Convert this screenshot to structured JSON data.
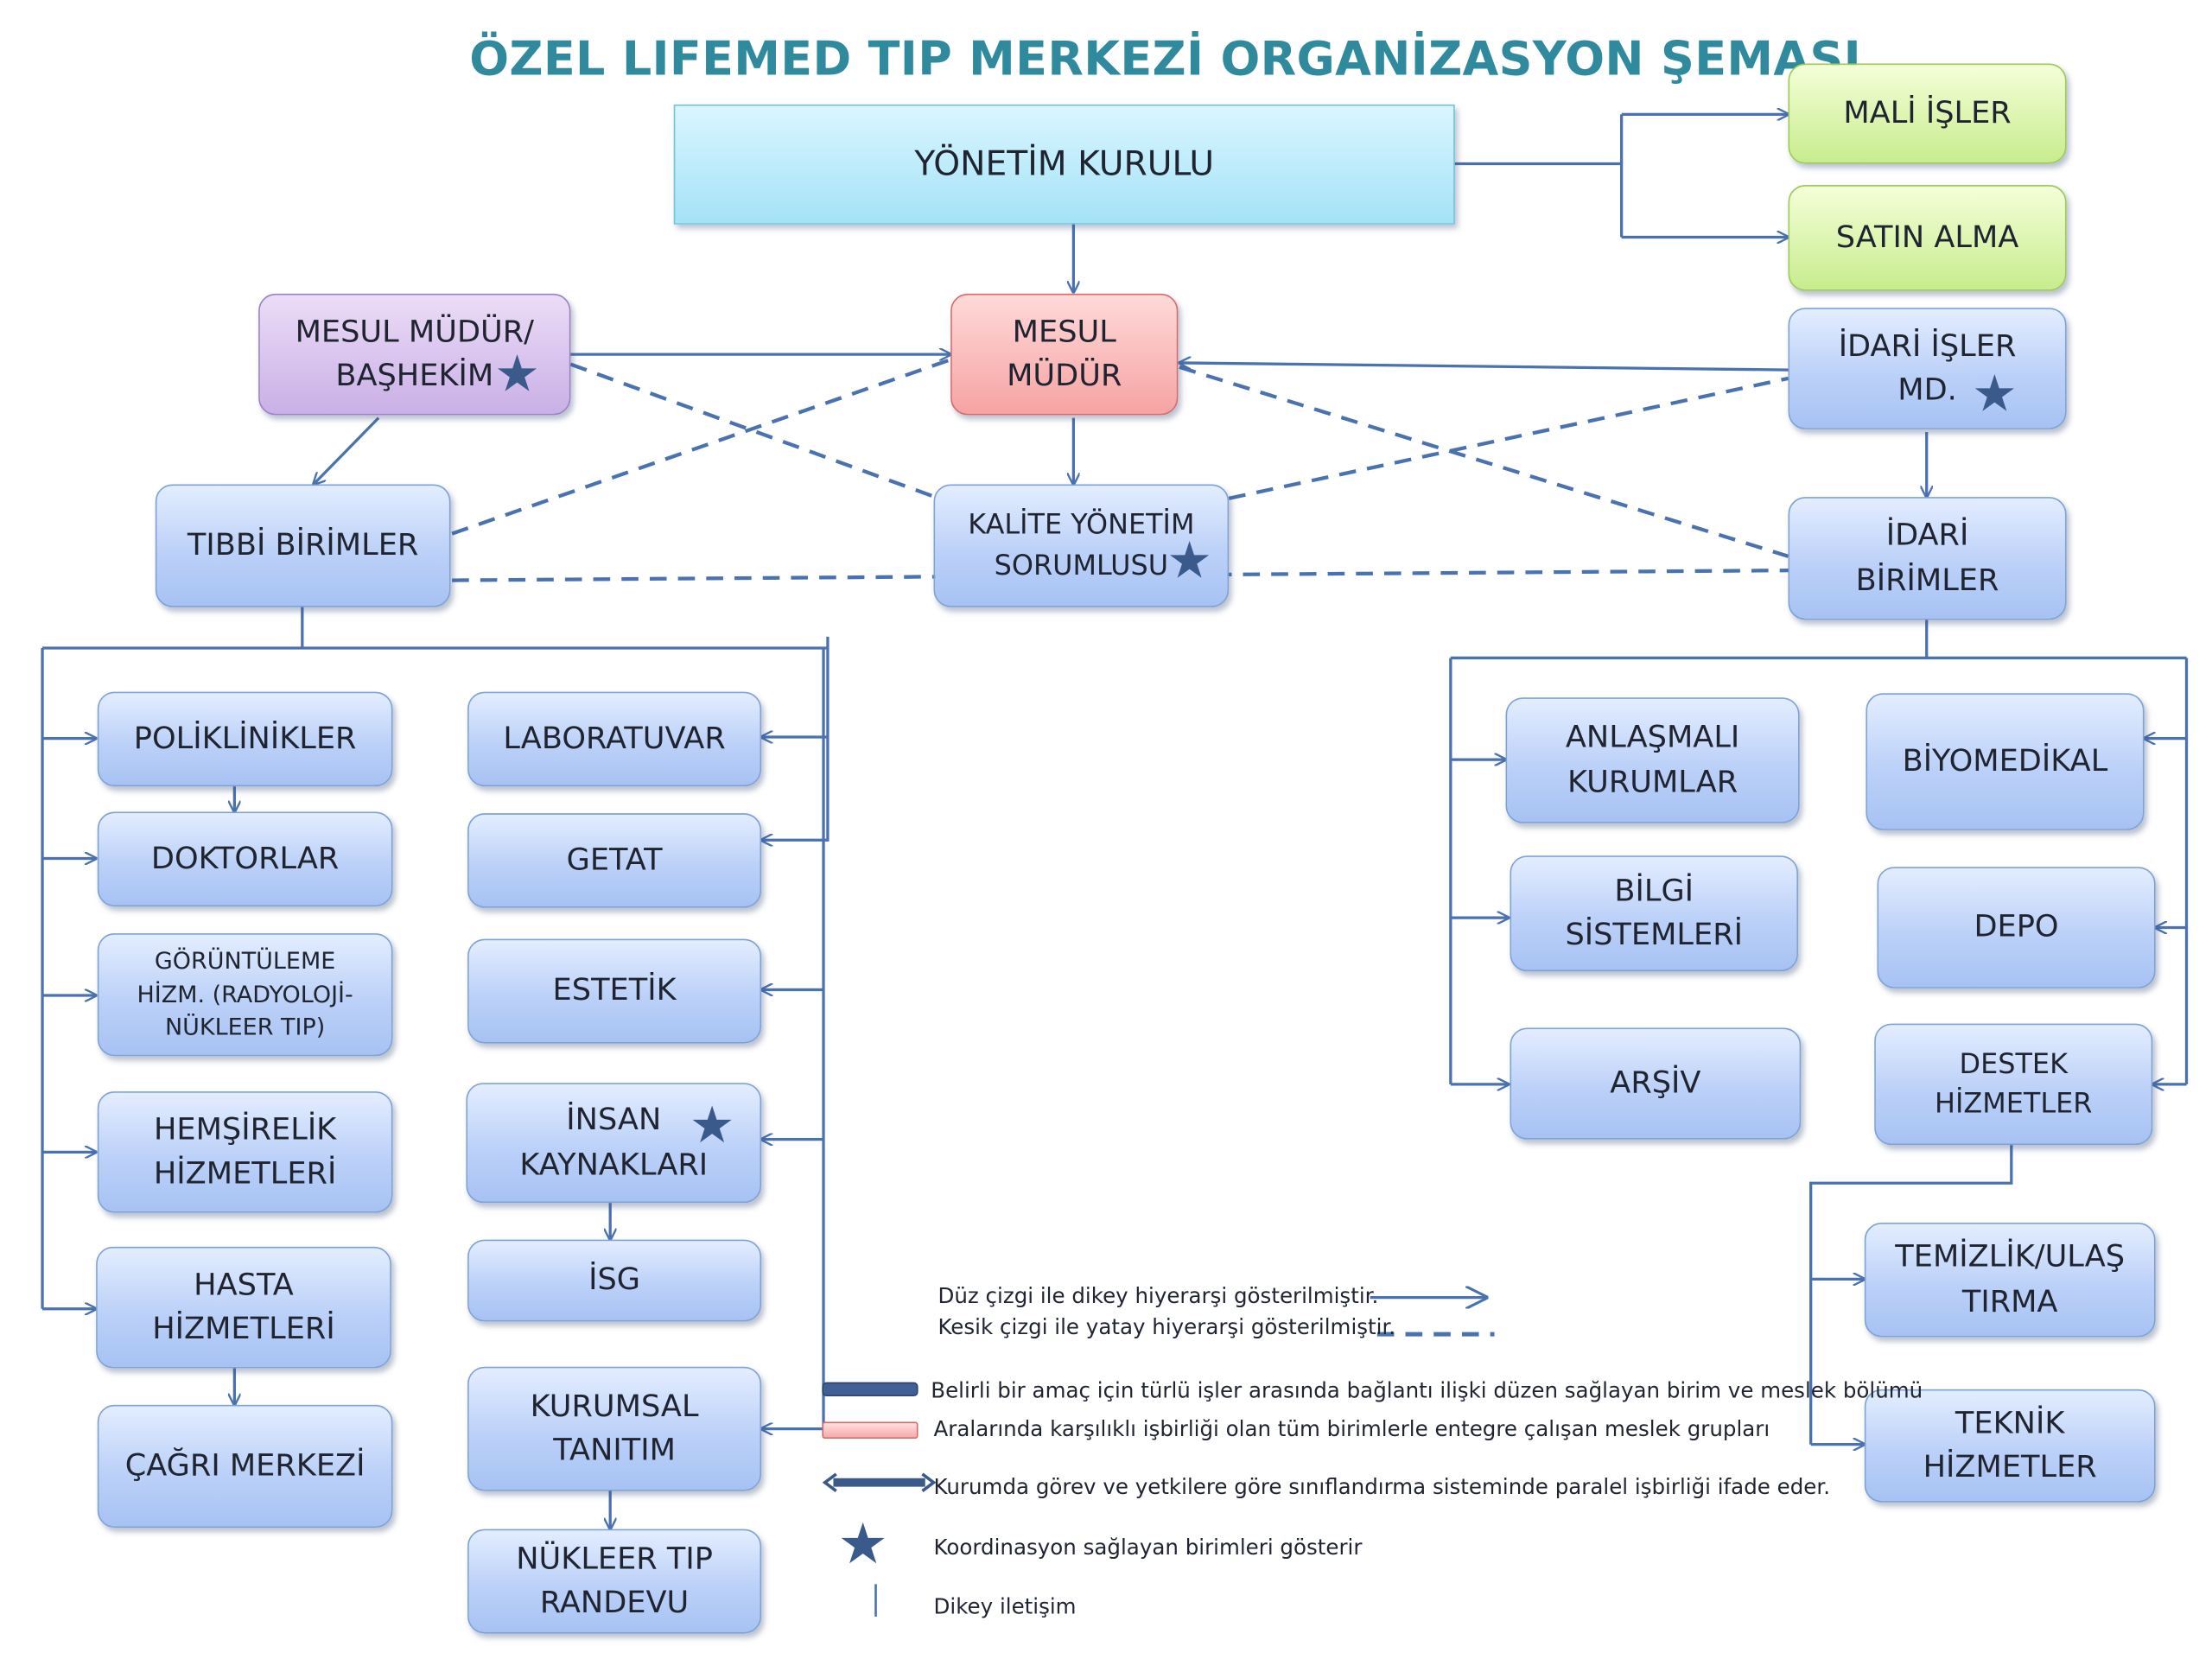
{
  "title": "ÖZEL LIFEMED TIP MERKEZİ ORGANİZASYON ŞEMASI",
  "colors": {
    "title": "#2f8a9e",
    "line": "#4a72b0",
    "star": "#3a5a8c"
  },
  "boxes": {
    "yonetim_kurulu": "YÖNETİM KURULU",
    "mali_isler": "MALİ İŞLER",
    "satin_alma": "SATIN ALMA",
    "mesul_mudur_bashekim": "MESUL MÜDÜR/\nBAŞHEKİM",
    "mesul_mudur": "MESUL\nMÜDÜR",
    "idari_isler_md": "İDARİ İŞLER\nMD.",
    "tibbi_birimler": "TIBBİ BİRİMLER",
    "kalite_yonetim": "KALİTE YÖNETİM\nSORUMLUSU",
    "idari_birimler": "İDARİ\nBİRİMLER",
    "poliklinikler": "POLİKLİNİKLER",
    "doktorlar": "DOKTORLAR",
    "goruntuleme": "GÖRÜNTÜLEME\nHİZM. (RADYOLOJİ-\nNÜKLEER TIP)",
    "hemsirelik": "HEMŞİRELİK\nHİZMETLERİ",
    "hasta_hizmetleri": "HASTA\nHİZMETLERİ",
    "cagri_merkezi": "ÇAĞRI MERKEZİ",
    "laboratuvar": "LABORATUVAR",
    "getat": "GETAT",
    "estetik": "ESTETİK",
    "insan_kaynaklari": "İNSAN\nKAYNAKLARI",
    "isg": "İSG",
    "kurumsal_tanitim": "KURUMSAL\nTANITIM",
    "nukleer_tip_randevu": "NÜKLEER TIP\nRANDEVU",
    "anlasmali_kurumlar": "ANLAŞMALI\nKURUMLAR",
    "bilgi_sistemleri": "BİLGİ\nSİSTEMLERİ",
    "arsiv": "ARŞİV",
    "biyomedikal": "BİYOMEDİKAL",
    "depo": "DEPO",
    "destek_hizmetler": "DESTEK\nHİZMETLER",
    "temizlik_ulastirma": "TEMİZLİK/ULAŞ\nTIRMA",
    "teknik_hizmetler": "TEKNİK\nHİZMETLER"
  },
  "legend": {
    "solid_line": "Düz çizgi ile dikey hiyerarşi gösterilmiştir.",
    "dashed_line": "Kesik çizgi ile yatay hiyerarşi gösterilmiştir.",
    "blue_bar": "Belirli bir amaç için türlü işler arasında bağlantı ilişki düzen sağlayan birim ve meslek bölümü",
    "red_bar": "Aralarında karşılıklı işbirliği olan tüm birimlerle entegre çalışan meslek grupları",
    "double_arrow": "Kurumda görev ve yetkilere göre sınıflandırma sisteminde paralel işbirliği ifade eder.",
    "star": "Koordinasyon sağlayan birimleri gösterir",
    "vertical": "Dikey iletişim"
  }
}
